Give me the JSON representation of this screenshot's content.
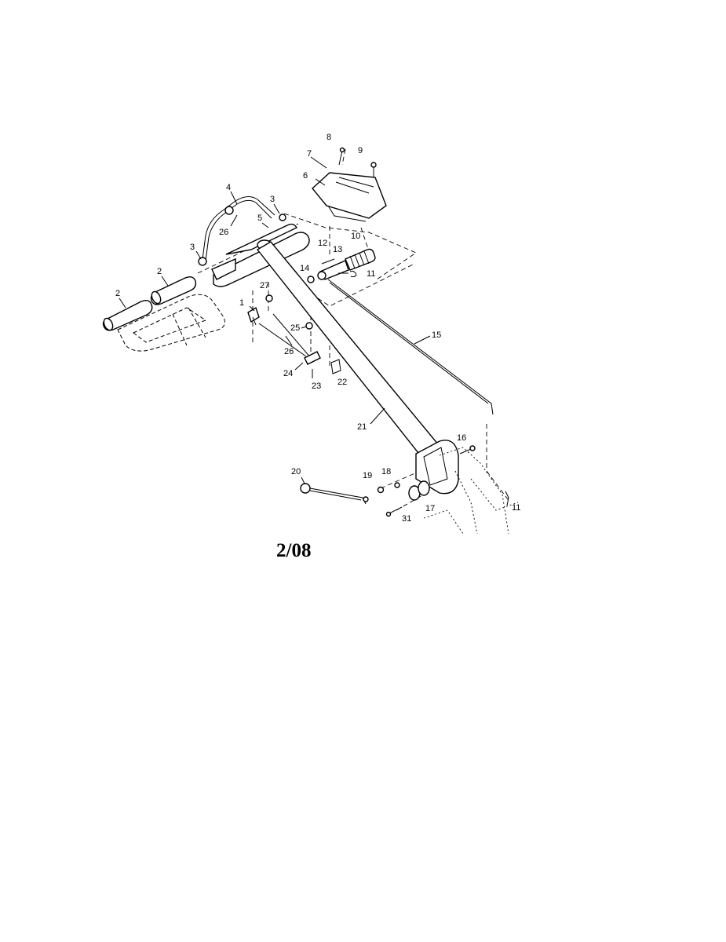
{
  "revision": "2/08",
  "callouts": [
    {
      "id": "c1",
      "text": "1"
    },
    {
      "id": "c2a",
      "text": "2"
    },
    {
      "id": "c2b",
      "text": "2"
    },
    {
      "id": "c3a",
      "text": "3"
    },
    {
      "id": "c3b",
      "text": "3"
    },
    {
      "id": "c4",
      "text": "4"
    },
    {
      "id": "c5",
      "text": "5"
    },
    {
      "id": "c6",
      "text": "6"
    },
    {
      "id": "c7",
      "text": "7"
    },
    {
      "id": "c8",
      "text": "8"
    },
    {
      "id": "c9",
      "text": "9"
    },
    {
      "id": "c10",
      "text": "10"
    },
    {
      "id": "c11a",
      "text": "11"
    },
    {
      "id": "c11b",
      "text": "11"
    },
    {
      "id": "c12",
      "text": "12"
    },
    {
      "id": "c13",
      "text": "13"
    },
    {
      "id": "c14",
      "text": "14"
    },
    {
      "id": "c15",
      "text": "15"
    },
    {
      "id": "c16",
      "text": "16"
    },
    {
      "id": "c17",
      "text": "17"
    },
    {
      "id": "c18",
      "text": "18"
    },
    {
      "id": "c19",
      "text": "19"
    },
    {
      "id": "c20",
      "text": "20"
    },
    {
      "id": "c21",
      "text": "21"
    },
    {
      "id": "c22",
      "text": "22"
    },
    {
      "id": "c23",
      "text": "23"
    },
    {
      "id": "c24",
      "text": "24"
    },
    {
      "id": "c25",
      "text": "25"
    },
    {
      "id": "c26a",
      "text": "26"
    },
    {
      "id": "c26b",
      "text": "26"
    },
    {
      "id": "c27",
      "text": "27"
    },
    {
      "id": "c31",
      "text": "31"
    }
  ]
}
